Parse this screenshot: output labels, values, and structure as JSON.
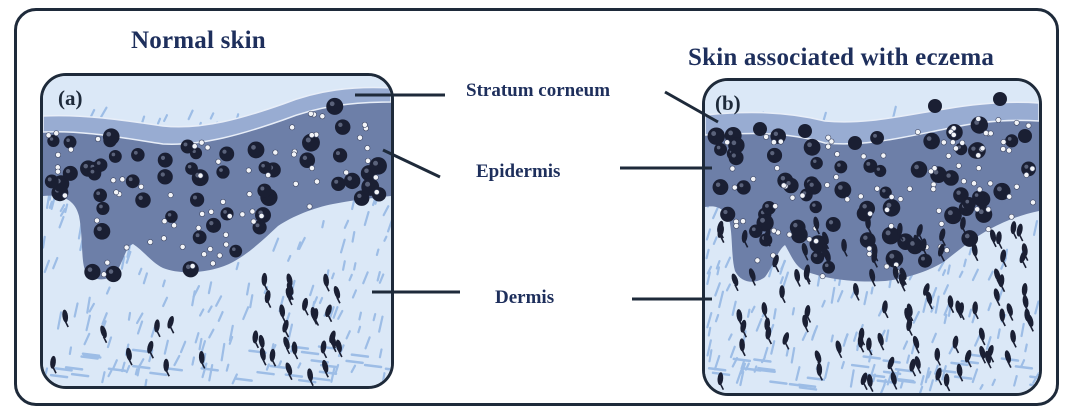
{
  "panels": {
    "normal": {
      "title": "Normal skin",
      "letter": "(a)"
    },
    "eczema": {
      "title": "Skin associated with eczema",
      "letter": "(b)"
    }
  },
  "labels": {
    "stratum_corneum": "Stratum corneum",
    "epidermis": "Epidermis",
    "dermis": "Dermis"
  },
  "colors": {
    "outline": "#1e2a3a",
    "title_text": "#1e2f5c",
    "dermis_fill": "#dbe8f7",
    "dermis_fiber": "#9dbde6",
    "epidermis_fill": "#6d7fa8",
    "corneum_fill": "#98acd2",
    "cell_dark": "#1a1f33",
    "granule_light": "#f2f4f8"
  },
  "icons": {
    "cell": "dark-keratinocyte-cell",
    "granule": "light-granule",
    "immune_cell": "dark-immune-cell"
  }
}
